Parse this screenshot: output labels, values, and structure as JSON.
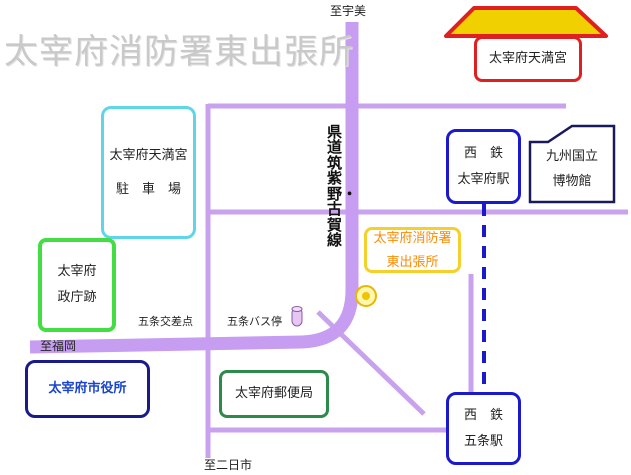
{
  "title": "太宰府消防署東出張所",
  "colors": {
    "road": "#c9a2ee",
    "main_road": "#c69df0",
    "railway": "#1a1acc",
    "title": "#c9c9c9"
  },
  "shrine": {
    "label": "太宰府天満宮",
    "roof_color": "#f0d000",
    "border_color": "#e02020"
  },
  "landmarks": {
    "shrine_parking": {
      "line1": "太宰府天満宮",
      "line2": "駐　車　場",
      "border": "#5fd6e8"
    },
    "seicho": {
      "line1": "太宰府",
      "line2": "政庁跡",
      "border": "#44dd44"
    },
    "city_hall": {
      "label": "太宰府市役所",
      "border": "#1a1a88",
      "text_color": "#1a44cc"
    },
    "post_office": {
      "label": "太宰府郵便局",
      "border": "#2c8a4a"
    },
    "fire_station": {
      "line1": "太宰府消防署",
      "line2": "東出張所",
      "border": "#f5d02a",
      "text_color": "#ff8a00"
    },
    "museum": {
      "line1": "九州国立",
      "line2": "博物館"
    },
    "station_dazaifu": {
      "line1": "西　鉄",
      "line2": "太宰府駅"
    },
    "station_gojo": {
      "line1": "西　鉄",
      "line2": "五条駅"
    }
  },
  "road_labels": {
    "to_umi": "至宇美",
    "to_fukuoka": "至福岡",
    "to_futsukaichi": "至二日市",
    "gojo_intersection": "五条交差点",
    "gojo_bus_stop": "五条バス停",
    "prefectural_road": "県道筑紫野・古賀線"
  }
}
